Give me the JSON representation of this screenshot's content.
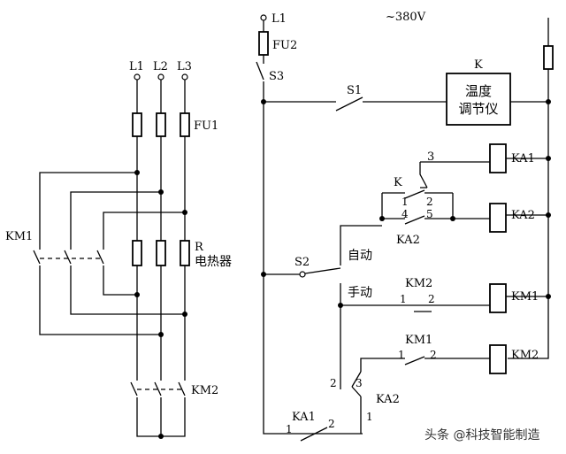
{
  "left": {
    "phases": [
      "L1",
      "L2",
      "L3"
    ],
    "fuse": "FU1",
    "contactor": "KM1",
    "heater_tag": "R",
    "heater_name": "电热器",
    "contactor2": "KM2"
  },
  "right": {
    "supply": "L1",
    "voltage": "~380V",
    "fuse": "FU2",
    "switch_s3": "S3",
    "switch_s1": "S1",
    "regulator_tag": "K",
    "regulator_line1": "温度",
    "regulator_line2": "调节仪",
    "relay_ka1": "KA1",
    "relay_ka2": "KA2",
    "k_contact_label": "K",
    "pin_1": "1",
    "pin_2": "2",
    "pin_3": "3",
    "pin_4": "4",
    "pin_5": "5",
    "ka2_contact": "KA2",
    "selector": "S2",
    "mode_auto": "自动",
    "mode_manual": "手动",
    "km2_contact": "KM2",
    "coil_km1": "KM1",
    "km1_contact": "KM1",
    "coil_km2": "KM2",
    "ka2_bottom": "KA2",
    "ka1_bottom": "KA1"
  },
  "watermark": "头条 @科技智能制造"
}
